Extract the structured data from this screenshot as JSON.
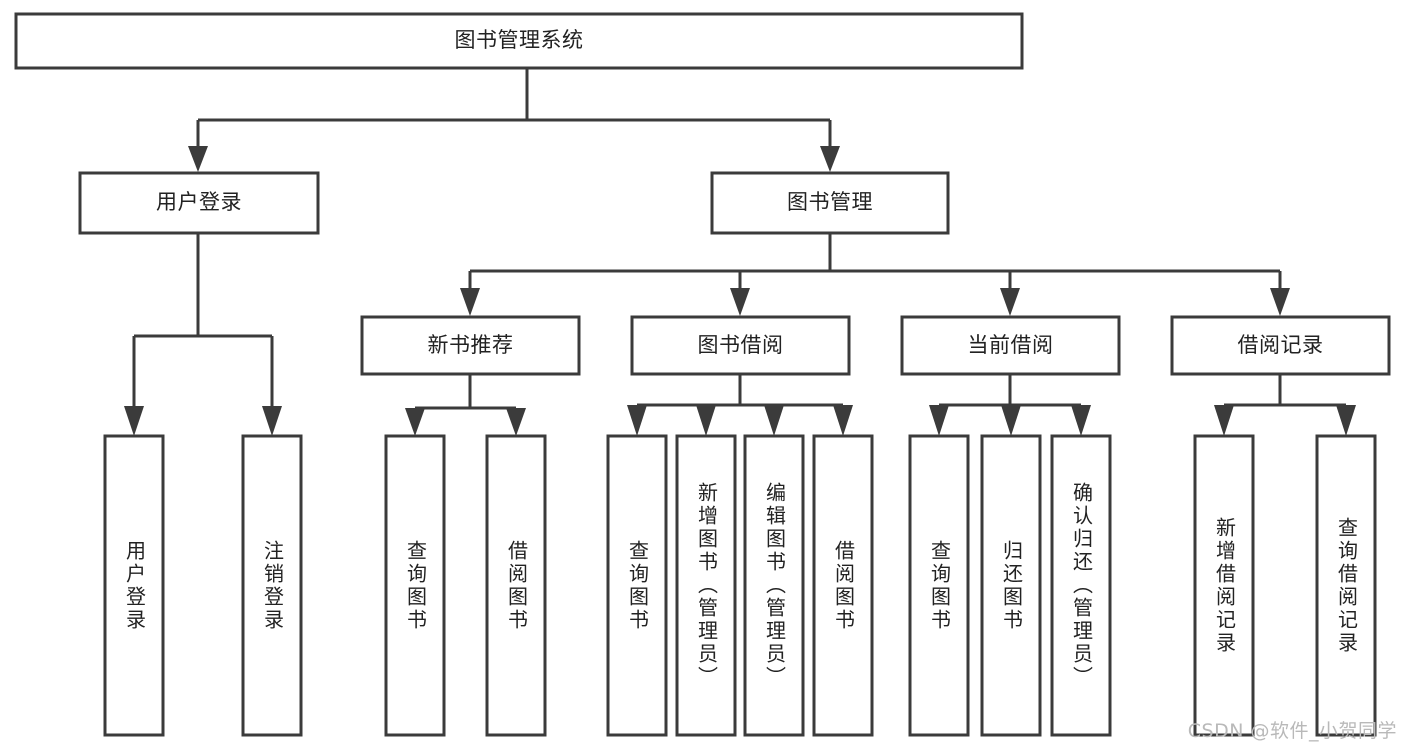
{
  "diagram": {
    "type": "hierarchy-tree",
    "title": "图书管理系统",
    "orientation": "top-down",
    "colors": {
      "stroke": "#3b3b3b",
      "fill": "#ffffff",
      "text": "#222222",
      "watermark": "#b9b9b9"
    },
    "levels": {
      "root": {
        "label": "图书管理系统"
      },
      "level2": [
        {
          "id": "user-login",
          "label": "用户登录"
        },
        {
          "id": "book-management",
          "label": "图书管理"
        }
      ],
      "level3": [
        {
          "id": "new-book-recommend",
          "label": "新书推荐",
          "parent": "book-management"
        },
        {
          "id": "book-borrow",
          "label": "图书借阅",
          "parent": "book-management"
        },
        {
          "id": "current-borrow",
          "label": "当前借阅",
          "parent": "book-management"
        },
        {
          "id": "borrow-record",
          "label": "借阅记录",
          "parent": "book-management"
        }
      ],
      "leaves": [
        {
          "id": "leaf-user-login",
          "label": "用户登录",
          "parent": "user-login"
        },
        {
          "id": "leaf-user-logout",
          "label": "注销登录",
          "parent": "user-login"
        },
        {
          "id": "leaf-query-book-1",
          "label": "查询图书",
          "parent": "new-book-recommend"
        },
        {
          "id": "leaf-borrow-book-1",
          "label": "借阅图书",
          "parent": "new-book-recommend"
        },
        {
          "id": "leaf-query-book-2",
          "label": "查询图书",
          "parent": "book-borrow"
        },
        {
          "id": "leaf-add-book",
          "label": "新增图书（管理员）",
          "parent": "book-borrow"
        },
        {
          "id": "leaf-edit-book",
          "label": "编辑图书（管理员）",
          "parent": "book-borrow"
        },
        {
          "id": "leaf-borrow-book-2",
          "label": "借阅图书",
          "parent": "book-borrow"
        },
        {
          "id": "leaf-query-book-3",
          "label": "查询图书",
          "parent": "current-borrow"
        },
        {
          "id": "leaf-return-book",
          "label": "归还图书",
          "parent": "current-borrow"
        },
        {
          "id": "leaf-confirm-return",
          "label": "确认归还（管理员）",
          "parent": "current-borrow"
        },
        {
          "id": "leaf-add-record",
          "label": "新增借阅记录",
          "parent": "borrow-record"
        },
        {
          "id": "leaf-query-record",
          "label": "查询借阅记录",
          "parent": "borrow-record"
        }
      ]
    }
  },
  "watermark": {
    "text": "CSDN @软件_小贺同学"
  }
}
